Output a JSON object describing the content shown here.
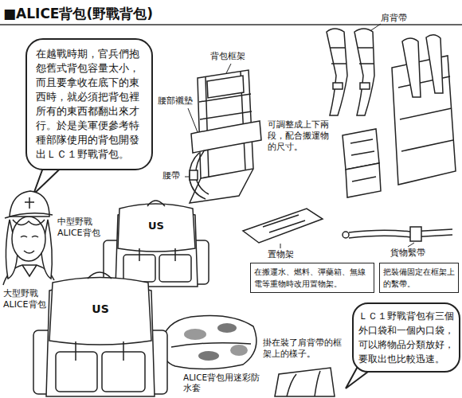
{
  "diagram": {
    "title": "■ALICE背包(野戰背包)",
    "nodes": [
      {
        "text": [
          "在越戰時期，官兵們抱怨舊式背包容量太小，而且要拿收在底下的東西時，就必須把背包裡所有的東西都翻出來才行。於是美軍便參考特種部隊使用的背包開發出ＬＣ１野戰背包。"
        ]
      },
      {
        "text": [
          "在搬運水、燃料、彈藥箱、無線電等重物時改用置物架。"
        ]
      },
      {
        "text": [
          "把裝備固定在框架上的繫帶。"
        ]
      },
      {
        "text": [
          "ＬＣ１野戰背包有三個外口袋和一個內口袋，可以將物品分類放好，要取出也比較迅速。"
        ]
      }
    ],
    "labels": [
      "背包框架",
      "肩背帶",
      "腰部襯墊",
      "腰帶",
      "可調整成上下兩段，配合搬運物的尺寸。",
      "中型野戰 ALICE背包",
      "US",
      "大型野戰 ALICE背包",
      "US",
      "置物架",
      "貨物繫帶",
      "ALICE背包用迷彩防水套",
      "掛在裝了肩背帶的框架上的樣子。"
    ]
  }
}
